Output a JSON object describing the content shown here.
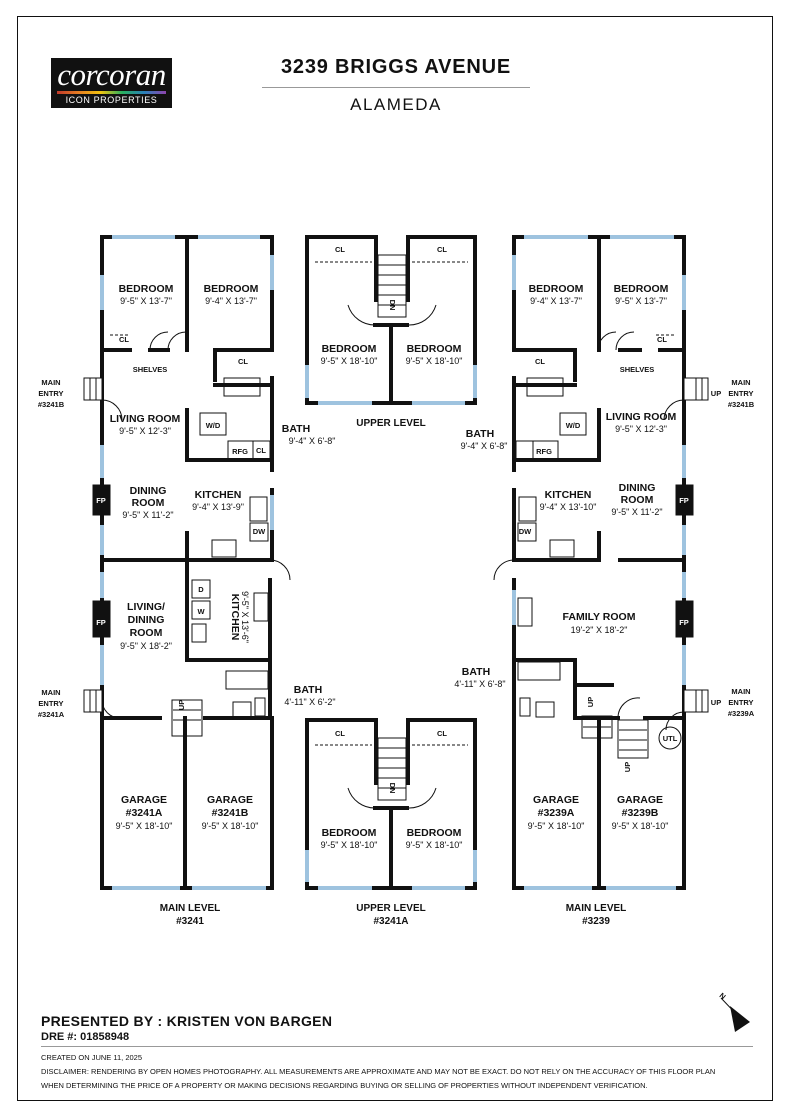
{
  "brand": {
    "wordmark": "corcoran",
    "subtitle": "ICON PROPERTIES"
  },
  "header": {
    "address": "3239 BRIGGS AVENUE",
    "city": "ALAMEDA"
  },
  "rooms": {
    "l_bed1": {
      "name": "BEDROOM",
      "dim": "9'-5\" X 13'-7\""
    },
    "l_bed2": {
      "name": "BEDROOM",
      "dim": "9'-4\" X 13'-7\""
    },
    "l_living": {
      "name": "LIVING ROOM",
      "dim": "9'-5\" X 12'-3\""
    },
    "l_bath": {
      "name": "BATH",
      "dim": "9'-4\" X 6'-8\""
    },
    "l_dining_a": "DINING",
    "l_dining_b": "ROOM",
    "l_dining_dim": "9'-5\" X 11'-2\"",
    "l_kitchen": {
      "name": "KITCHEN",
      "dim": "9'-4\" X 13'-9\""
    },
    "l_livdin_a": "LIVING/",
    "l_livdin_b": "DINING",
    "l_livdin_c": "ROOM",
    "l_livdin_dim": "9'-5\" X 18'-2\"",
    "l_kitchen2": {
      "name": "KITCHEN",
      "dim": "9'-5\" X 13'-6\""
    },
    "l_bath2": {
      "name": "BATH",
      "dim": "4'-11\" X 6'-2\""
    },
    "l_garage_a": {
      "name": "GARAGE",
      "unit": "#3241A",
      "dim": "9'-5\" X 18'-10\""
    },
    "l_garage_b": {
      "name": "GARAGE",
      "unit": "#3241B",
      "dim": "9'-5\" X 18'-10\""
    },
    "u_bed1": {
      "name": "BEDROOM",
      "dim": "9'-5\" X 18'-10\""
    },
    "u_bed2": {
      "name": "BEDROOM",
      "dim": "9'-5\" X 18'-10\""
    },
    "u2_bed1": {
      "name": "BEDROOM",
      "dim": "9'-5\" X 18'-10\""
    },
    "u2_bed2": {
      "name": "BEDROOM",
      "dim": "9'-5\" X 18'-10\""
    },
    "r_bed1": {
      "name": "BEDROOM",
      "dim": "9'-4\" X 13'-7\""
    },
    "r_bed2": {
      "name": "BEDROOM",
      "dim": "9'-5\" X 13'-7\""
    },
    "r_living": {
      "name": "LIVING ROOM",
      "dim": "9'-5\" X 12'-3\""
    },
    "r_bath": {
      "name": "BATH",
      "dim": "9'-4\" X 6'-8\""
    },
    "r_kitchen": {
      "name": "KITCHEN",
      "dim": "9'-4\" X 13'-10\""
    },
    "r_dining_a": "DINING",
    "r_dining_b": "ROOM",
    "r_dining_dim": "9'-5\" X 11'-2\"",
    "r_family": {
      "name": "FAMILY ROOM",
      "dim": "19'-2\" X 18'-2\""
    },
    "r_bath2": {
      "name": "BATH",
      "dim": "4'-11\" X 6'-8\""
    },
    "r_garage_a": {
      "name": "GARAGE",
      "unit": "#3239A",
      "dim": "9'-5\" X 18'-10\""
    },
    "r_garage_b": {
      "name": "GARAGE",
      "unit": "#3239B",
      "dim": "9'-5\" X 18'-10\""
    }
  },
  "fixtures": {
    "cl": "CL",
    "shelves": "SHELVES",
    "wd": "W/D",
    "rfg": "RFG",
    "dw": "DW",
    "fp": "FP",
    "d": "D",
    "w": "W",
    "up": "UP",
    "dn": "DN",
    "utl": "UTL"
  },
  "entries": {
    "main": "MAIN",
    "entry": "ENTRY",
    "l_upper": "#3241B",
    "l_lower": "#3241A",
    "r_upper": "#3241B",
    "r_lower": "#3239A"
  },
  "levels": {
    "upper": "UPPER LEVEL",
    "main1_a": "MAIN LEVEL",
    "main1_b": "#3241",
    "upper2_a": "UPPER LEVEL",
    "upper2_b": "#3241A",
    "main2_a": "MAIN LEVEL",
    "main2_b": "#3239"
  },
  "compass": {
    "label": "N"
  },
  "footer": {
    "presented": "PRESENTED BY : KRISTEN VON BARGEN",
    "dre": "DRE #: 01858948",
    "created": "CREATED ON JUNE 11, 2025",
    "disclaimer_1": "DISCLAIMER: RENDERING BY OPEN HOMES PHOTOGRAPHY. ALL MEASUREMENTS ARE APPROXIMATE AND MAY NOT BE EXACT. DO NOT RELY ON THE ACCURACY OF THIS FLOOR PLAN",
    "disclaimer_2": "WHEN DETERMINING THE PRICE OF A PROPERTY OR MAKING DECISIONS REGARDING BUYING OR SELLING OF PROPERTIES WITHOUT INDEPENDENT VERIFICATION."
  },
  "colors": {
    "wall": "#111111",
    "window": "#9ec3df",
    "text": "#111111",
    "rule": "#999999"
  }
}
